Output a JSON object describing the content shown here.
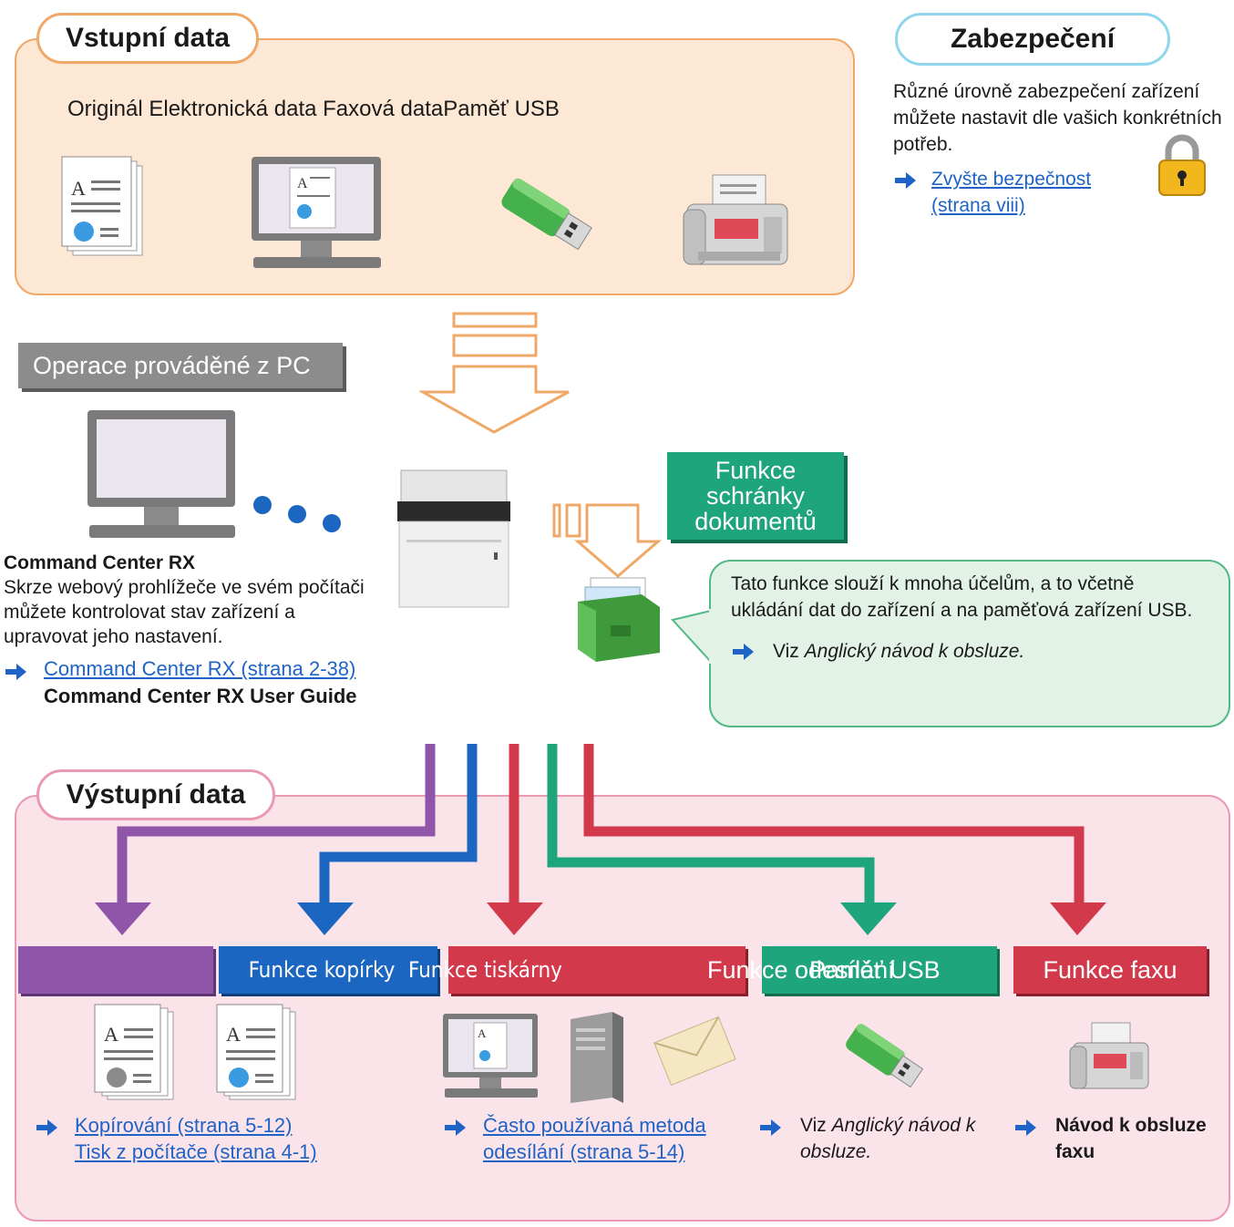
{
  "input": {
    "title": "Vstupní data",
    "sources": "Originál Elektronická data Faxová dataPaměť USB"
  },
  "security": {
    "title": "Zabezpečení",
    "text": "Různé úrovně zabezpečení zařízení můžete nastavit dle vašich konkrétních potřeb.",
    "link_line1": "Zvyšte bezpečnost",
    "link_line2": "(strana viii)"
  },
  "pc": {
    "tab": "Operace prováděné z PC",
    "heading": "Command Center RX",
    "text": "Skrze webový prohlížeče ve svém počítači můžete kontrolovat stav zařízení a upravovat jeho nastavení.",
    "link": "Command Center RX (strana 2-38)",
    "guide": "Command Center RX User Guide"
  },
  "box": {
    "tab": "Funkce schránky dokumentů",
    "text": "Tato funkce slouží k mnoha účelům, a to včetně ukládání dat do zařízení a na paměťová zařízení USB.",
    "ref_prefix": "Viz ",
    "ref_italic": "Anglický návod k obsluze."
  },
  "output": {
    "title": "Výstupní data",
    "bands": {
      "copy": "Funkce kopírky",
      "print": "Funkce tiskárny",
      "send": "Funkce odesílání",
      "usb": "Paměť USB",
      "fax": "Funkce faxu"
    },
    "links": {
      "copy_link": "Kopírování (strana 5-12)",
      "print_link": "Tisk z počítače (strana 4-1)",
      "send_line1": "Často používaná metoda",
      "send_line2": "odesílání (strana 5-14)",
      "usb_prefix": "Viz ",
      "usb_italic": "Anglický návod k obsluze.",
      "fax_guide": "Návod k obsluze faxu"
    }
  },
  "colors": {
    "purple": "#8e55a8",
    "blue": "#1b66c0",
    "red": "#d23a4c",
    "green": "#1fa57c",
    "orange": "#f0a868"
  }
}
